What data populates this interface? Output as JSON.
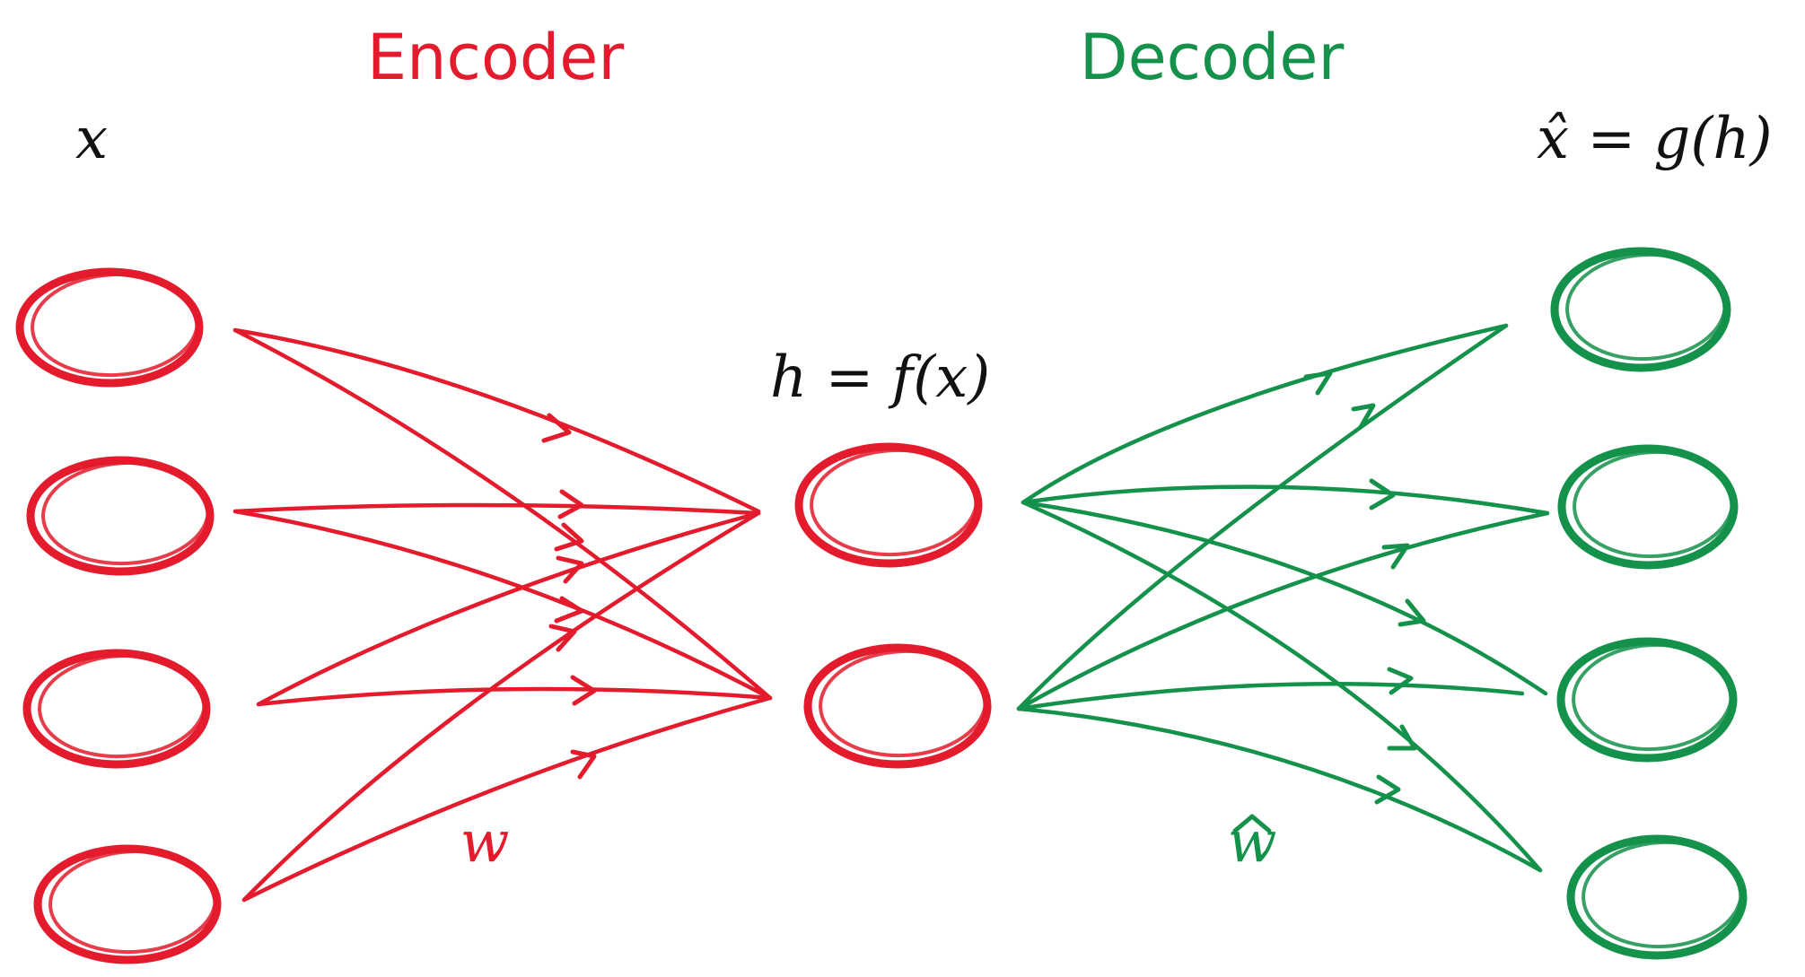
{
  "title_encoder": "Encoder",
  "title_decoder": "Decoder",
  "label_x": "x",
  "label_h": "h = f(x)",
  "label_xhat": "x̂ = g(h)",
  "label_w": "w",
  "label_what": "w",
  "colors": {
    "encoder": "#e31b2c",
    "decoder": "#14914a",
    "text": "#111111"
  }
}
